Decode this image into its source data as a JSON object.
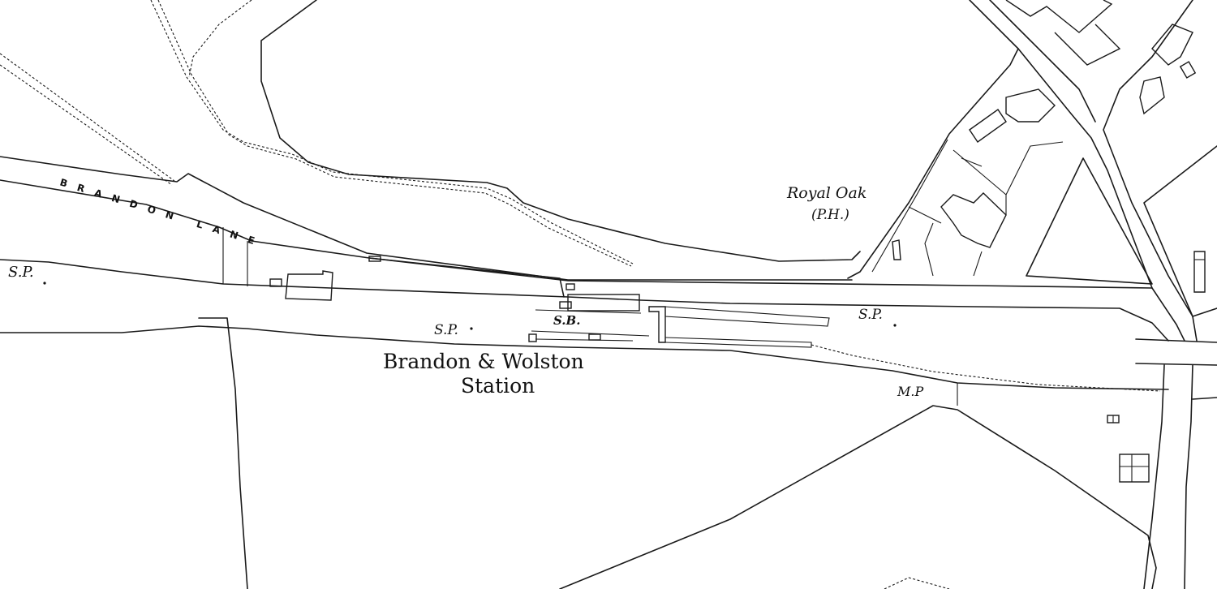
{
  "map": {
    "road_label": "BRANDON LANE",
    "pub_name": "Royal Oak",
    "pub_type": "(P.H.)",
    "station_line1": "Brandon & Wolston",
    "station_line2": "Station",
    "signal_box": "S.B.",
    "spot_points": [
      "S.P.",
      "S.P.",
      "S.P."
    ],
    "milepost": "M.P"
  }
}
